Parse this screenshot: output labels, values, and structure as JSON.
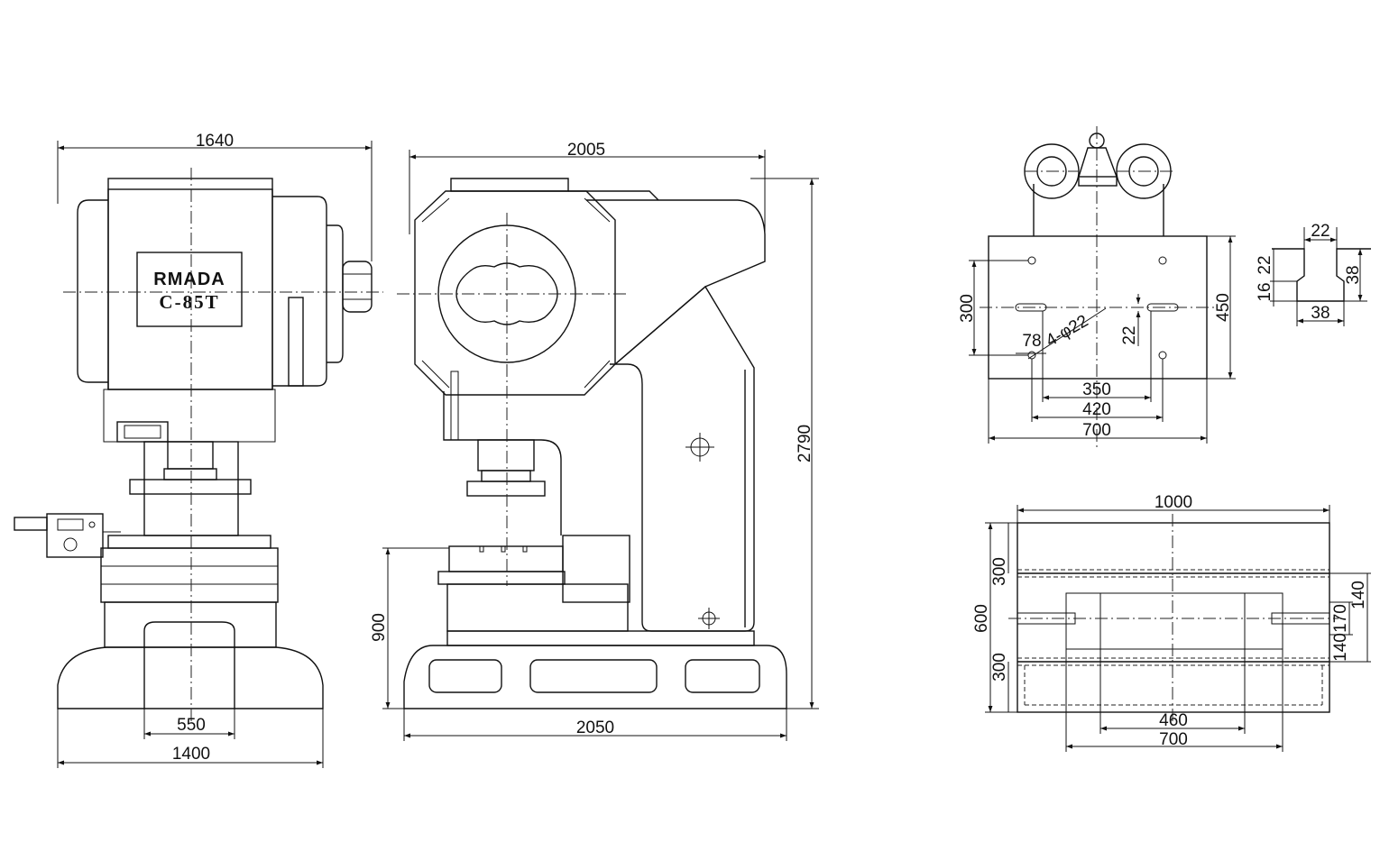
{
  "front_view": {
    "logo_text": "RMADA",
    "model_text": "C-85T",
    "dim_total_width": "1640",
    "dim_base_width": "1400",
    "dim_base_opening": "550"
  },
  "side_view": {
    "dim_top_length": "2005",
    "dim_base_length": "2050",
    "dim_total_height": "2790",
    "dim_bed_height": "900"
  },
  "slide_plan": {
    "dim_hole_y_spacing": "300",
    "dim_height": "450",
    "dim_offset": "78",
    "hole_label": "4-φ22",
    "dim_slot_width": "22",
    "dim_inner_spacing": "350",
    "dim_outer_spacing": "420",
    "dim_width": "700"
  },
  "t_slot_detail": {
    "dim_top_width": "22",
    "dim_left_upper": "22",
    "dim_left_lower": "16",
    "dim_height": "38",
    "dim_bottom_width": "38"
  },
  "bolster_plan": {
    "dim_length": "1000",
    "dim_width": "600",
    "dim_top_zone": "300",
    "dim_bottom_zone": "300",
    "dim_slot_140_upper": "140",
    "dim_slot_170": "170",
    "dim_slot_140_lower": "140",
    "dim_inner_opening": "460",
    "dim_outer_opening": "700"
  }
}
